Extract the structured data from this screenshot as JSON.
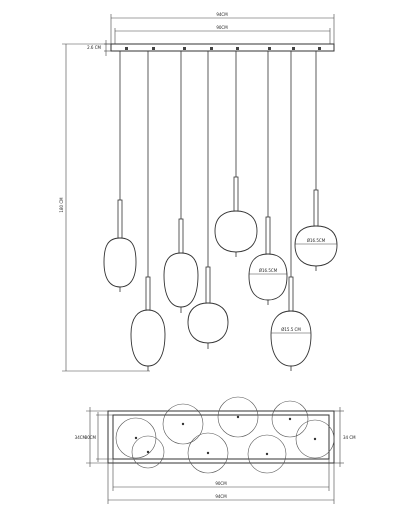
{
  "dimensions": {
    "top_width_outer": "94CM",
    "top_width_inner": "90CM",
    "canopy_height": "2.6 CM",
    "total_height": "180 CM",
    "shade_dia_1": "Ø16.5CM",
    "shade_dia_2": "Ø16.5CM",
    "shade_dia_3": "Ø15.5 CM",
    "plan_depth_outer": "34CM",
    "plan_depth_inner": "30CM",
    "plan_depth_right": "34 CM",
    "plan_width_inner": "90CM",
    "plan_width_outer": "94CM"
  }
}
